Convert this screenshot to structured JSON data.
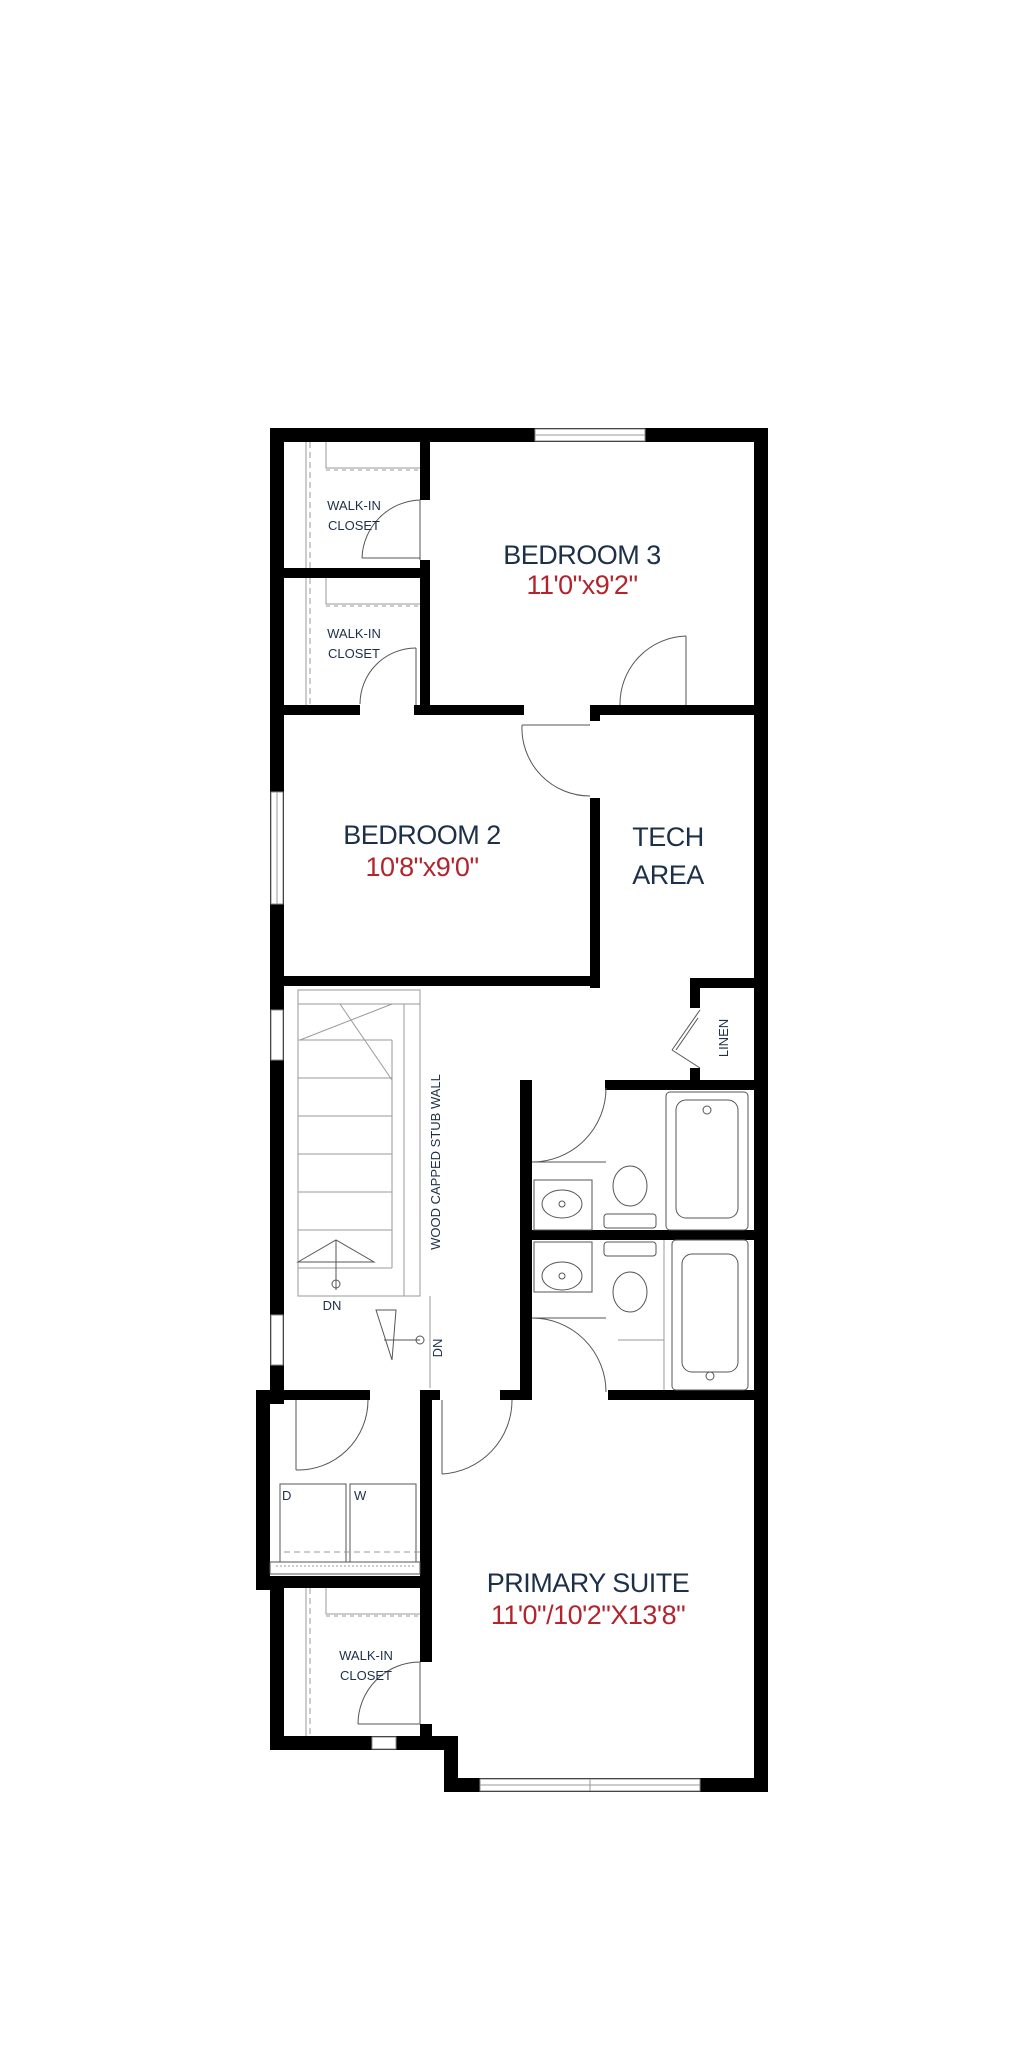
{
  "rooms": {
    "bedroom3": {
      "name": "BEDROOM 3",
      "dim": "11'0\"x9'2\""
    },
    "bedroom2": {
      "name": "BEDROOM 2",
      "dim": "10'8\"x9'0\""
    },
    "tech": {
      "line1": "TECH",
      "line2": "AREA"
    },
    "primary": {
      "name": "PRIMARY SUITE",
      "dim": "11'0\"/10'2\"X13'8\""
    }
  },
  "closets": {
    "wic1": {
      "line1": "WALK-IN",
      "line2": "CLOSET"
    },
    "wic2": {
      "line1": "WALK-IN",
      "line2": "CLOSET"
    },
    "wic3": {
      "line1": "WALK-IN",
      "line2": "CLOSET"
    }
  },
  "labels": {
    "linen": "LINEN",
    "stub_wall": "WOOD CAPPED STUB WALL",
    "dn_stair": "DN",
    "dn_landing": "DN",
    "dryer": "D",
    "washer": "W"
  },
  "colors": {
    "name_text": "#1d3049",
    "dim_text": "#b3252d",
    "walls": "#000000"
  }
}
